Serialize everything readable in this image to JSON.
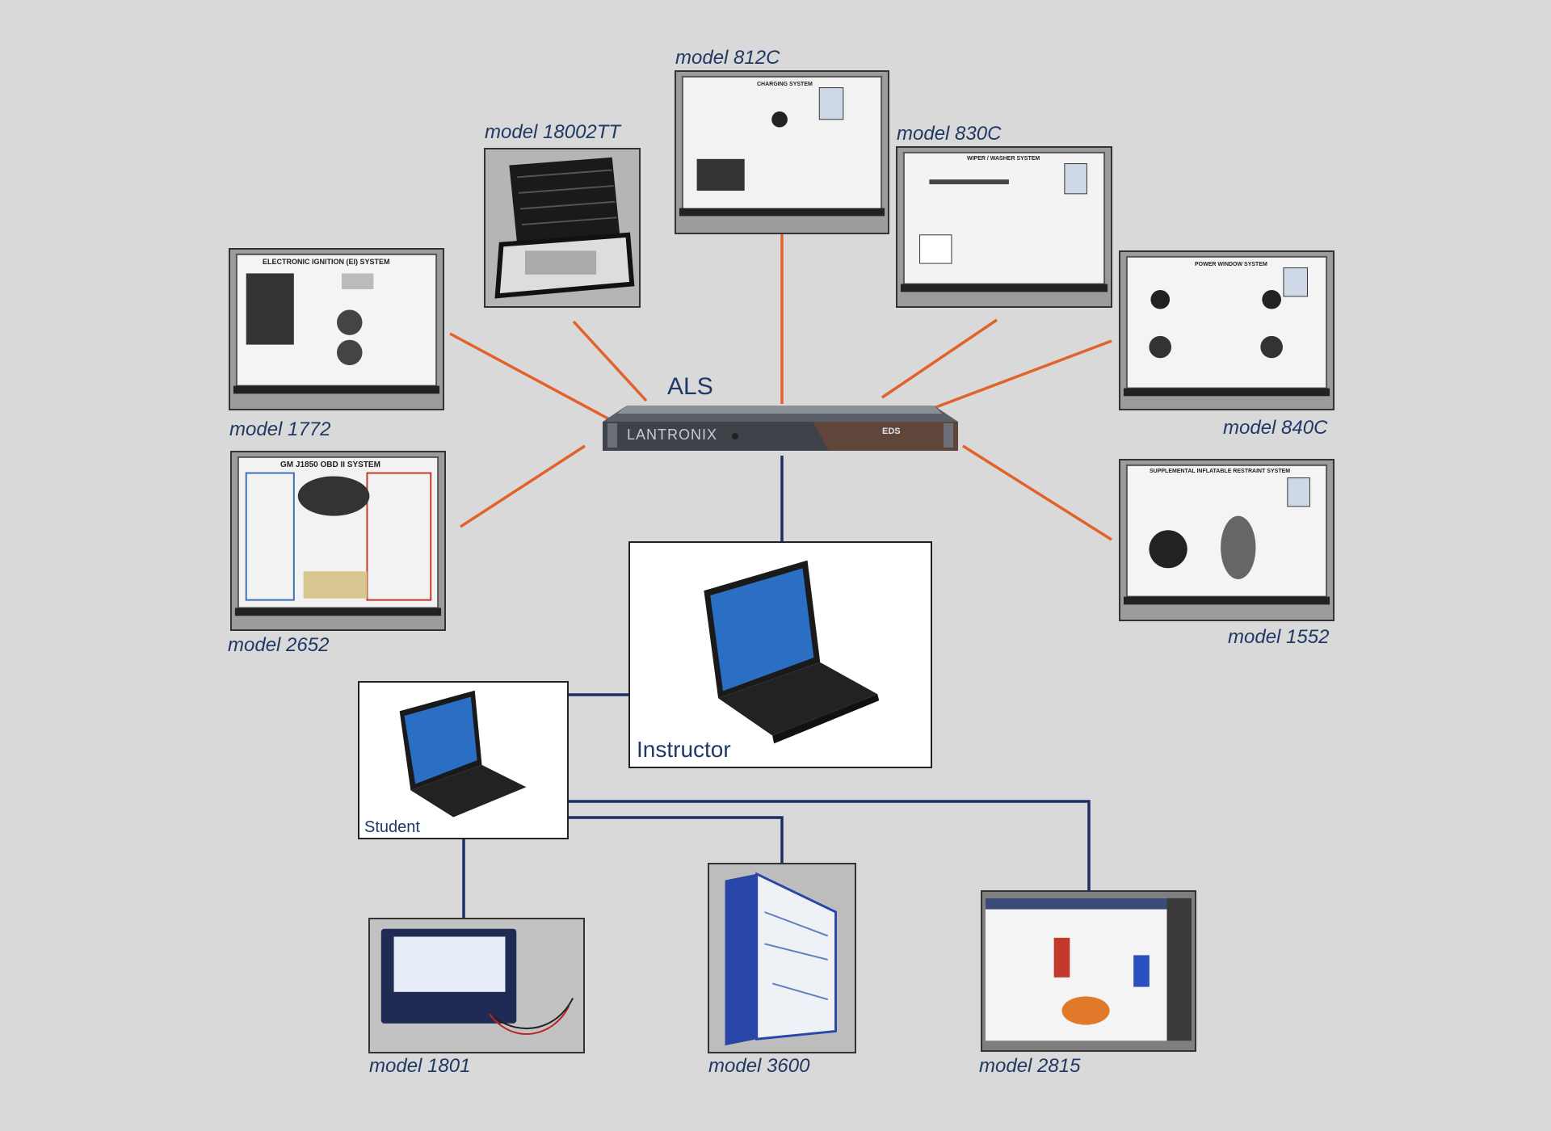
{
  "hub": {
    "title": "ALS",
    "device_brand": "LANTRONIX",
    "device_model": "EDS"
  },
  "instructor": {
    "label": "Instructor"
  },
  "student": {
    "label": "Student"
  },
  "trainers": {
    "m812c": {
      "label": "model 812C",
      "panel_title": "CHARGING SYSTEM"
    },
    "m18002tt": {
      "label": "model 18002TT"
    },
    "m830c": {
      "label": "model 830C",
      "panel_title": "WIPER / WASHER SYSTEM"
    },
    "m1772": {
      "label": "model 1772",
      "panel_title": "ELECTRONIC IGNITION (EI) SYSTEM"
    },
    "m840c": {
      "label": "model 840C",
      "panel_title": "POWER WINDOW SYSTEM"
    },
    "m2652": {
      "label": "model 2652",
      "panel_title": "GM J1850 OBD II SYSTEM"
    },
    "m1552": {
      "label": "model 1552",
      "panel_title": "SUPPLEMENTAL INFLATABLE RESTRAINT SYSTEM"
    },
    "m1801": {
      "label": "model 1801"
    },
    "m3600": {
      "label": "model 3600"
    },
    "m2815": {
      "label": "model 2815"
    }
  },
  "colors": {
    "wireless_link": "#e2622b",
    "wired_link": "#1b2f66",
    "label_text": "#1f3864",
    "background": "#d9d9d9"
  }
}
